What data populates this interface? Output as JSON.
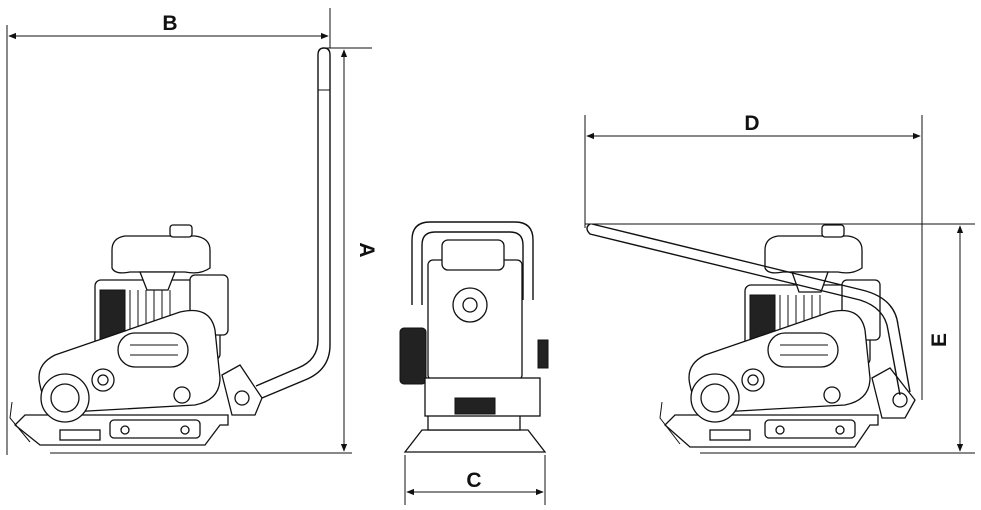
{
  "dimensions": {
    "A": "A",
    "B": "B",
    "C": "C",
    "D": "D",
    "E": "E"
  },
  "colors": {
    "line": "#111111",
    "background": "#ffffff"
  }
}
